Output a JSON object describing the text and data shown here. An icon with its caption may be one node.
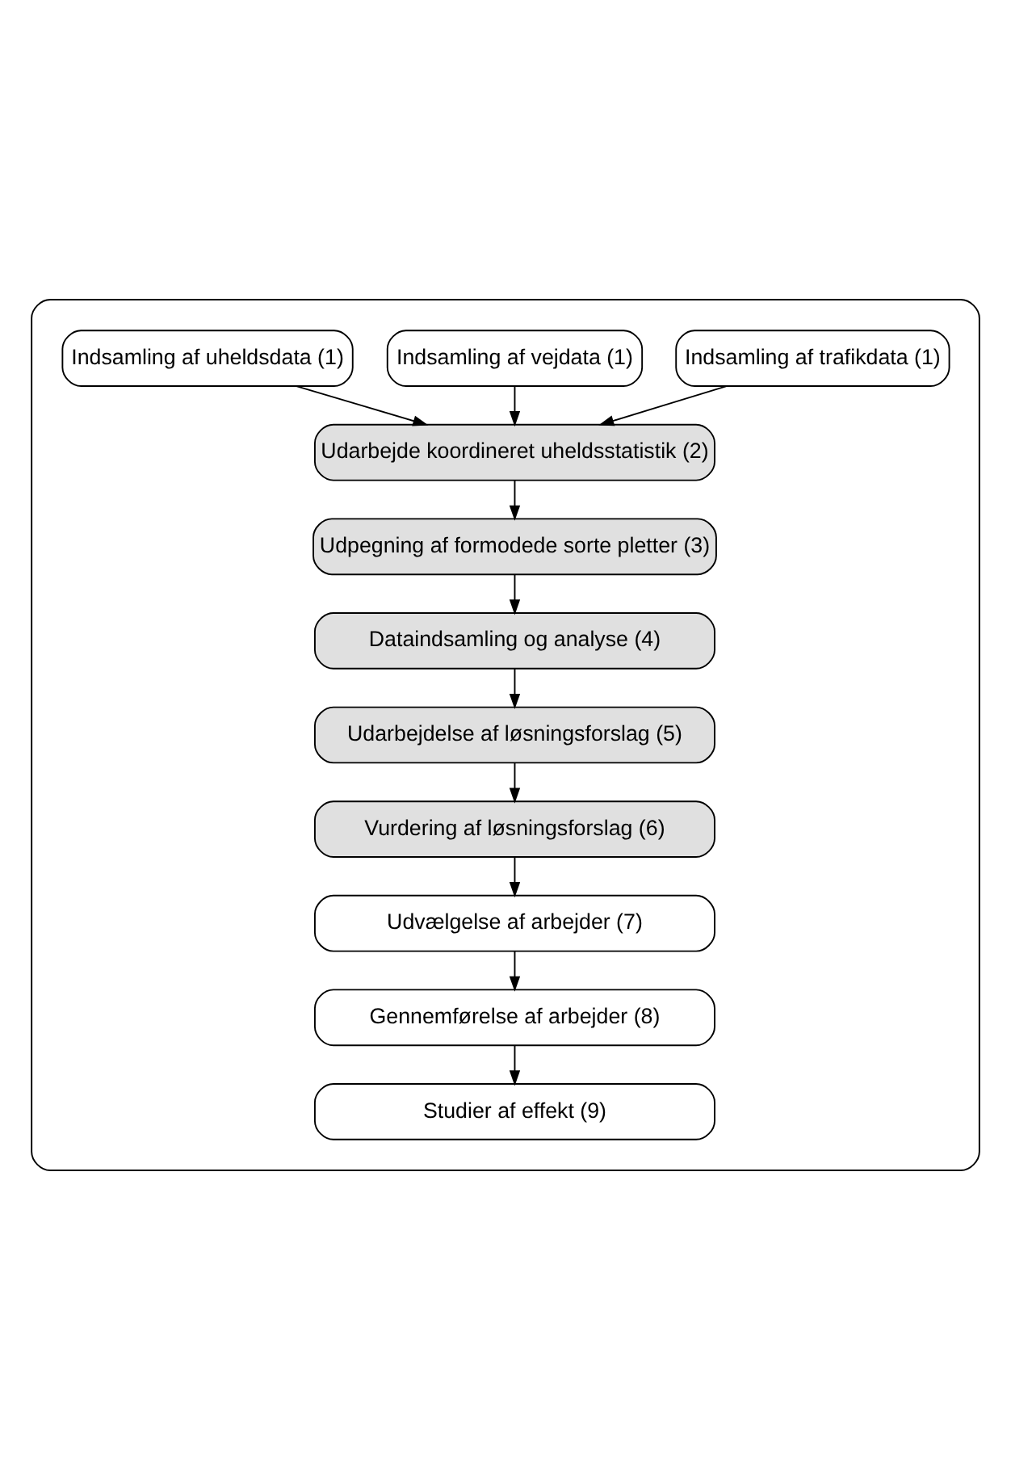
{
  "diagram": {
    "nodes": [
      {
        "text": [],
        "shape": "box"
      },
      {
        "text": [
          "Indsamling af uheldsdata (1)"
        ],
        "in": 0
      },
      {
        "text": [
          "Indsamling af vejdata (1)"
        ],
        "in": 0
      },
      {
        "text": [
          "Indsamling af trafikdata (1)"
        ],
        "in": 0
      },
      {
        "text": [
          "Udarbejde koordineret uheldsstatistik (2)"
        ],
        "in": 0
      },
      {
        "text": [
          "Udpegning af formodede sorte pletter (3)"
        ],
        "in": 0
      },
      {
        "text": [
          "Dataindsamling og analyse (4)"
        ],
        "in": 0
      },
      {
        "text": [
          "Udarbejdelse af løsningsforslag (5)"
        ],
        "in": 0
      },
      {
        "text": [
          "Vurdering af løsningsforslag (6)"
        ],
        "in": 0
      },
      {
        "text": [
          "Udvælgelse af arbejder (7)"
        ],
        "in": 0
      },
      {
        "text": [
          "Gennemførelse af arbejder (8)"
        ],
        "in": 0
      },
      {
        "text": [
          "Studier af effekt (9)"
        ],
        "in": 0
      }
    ],
    "edges": [
      {
        "from": 1,
        "to": 4,
        "arrow": "to"
      },
      {
        "from": 2,
        "to": 4,
        "arrow": "to"
      },
      {
        "from": 3,
        "to": 4,
        "arrow": "to"
      },
      {
        "from": 4,
        "to": 5,
        "arrow": "to"
      },
      {
        "from": 5,
        "to": 6,
        "arrow": "to"
      },
      {
        "from": 6,
        "to": 7,
        "arrow": "to"
      },
      {
        "from": 7,
        "to": 8,
        "arrow": "to"
      },
      {
        "from": 8,
        "to": 9,
        "arrow": "to"
      },
      {
        "from": 9,
        "to": 10,
        "arrow": "to"
      },
      {
        "from": 10,
        "to": 11,
        "arrow": "to"
      }
    ]
  }
}
